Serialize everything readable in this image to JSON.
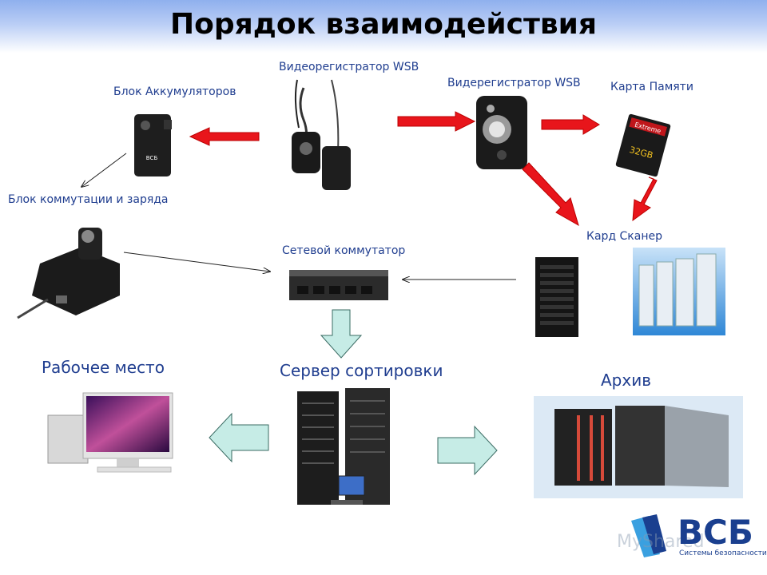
{
  "title": "Порядок взаимодействия",
  "labels": {
    "recorder_main": "Видеорегистратор WSB",
    "recorder_2": "Видерегистратор WSB",
    "battery": "Блок Аккумуляторов",
    "memory_card": "Карта Памяти",
    "charging": "Блок коммутации и заряда",
    "card_scanner": "Кард Сканер",
    "switch": "Сетевой коммутатор",
    "workplace": "Рабочее место",
    "server": "Сервер сортировки",
    "archive": "Архив"
  },
  "logo": {
    "text": "ВСБ",
    "subtitle": "Системы безопасности",
    "watermark": "MyShared"
  },
  "colors": {
    "label": "#1f3d8f",
    "red_arrow": "#e8151b",
    "block_arrow_fill": "#c6ece6",
    "block_arrow_stroke": "#3a6b63",
    "logo_blue": "#1a3f8f"
  }
}
